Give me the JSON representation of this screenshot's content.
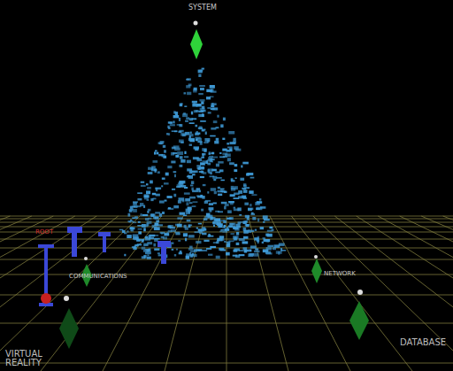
{
  "diagram": {
    "labels": [
      "SYSTEM",
      "ROOT",
      "COMMUNICATIONS",
      "NETWORK",
      "VIRTUAL REALITY",
      "DATABASE"
    ]
  }
}
